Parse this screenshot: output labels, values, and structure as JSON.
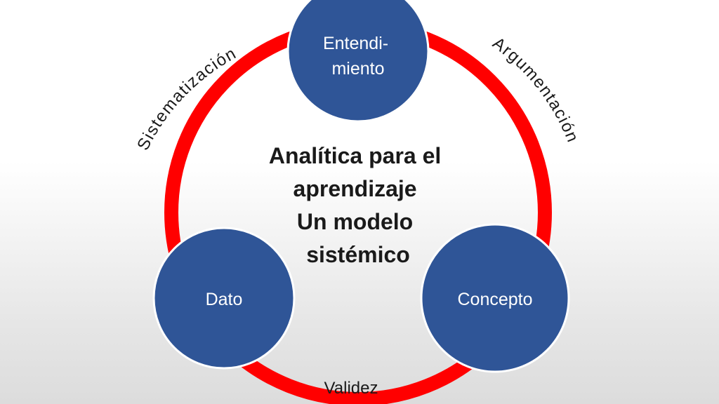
{
  "title_lines": [
    "Analítica para el",
    "aprendizaje",
    "Un modelo",
    "sistémico"
  ],
  "nodes": {
    "top": {
      "lines": [
        "Entendi-",
        "miento"
      ]
    },
    "left": {
      "lines": [
        "Dato"
      ]
    },
    "right": {
      "lines": [
        "Concepto"
      ]
    }
  },
  "arcs": {
    "left": "Sistematización",
    "right": "Argumentación",
    "bottom": "Validez"
  },
  "colors": {
    "ring": "#ff0000",
    "node_fill": "#2f5597",
    "node_stroke": "#ffffff"
  }
}
